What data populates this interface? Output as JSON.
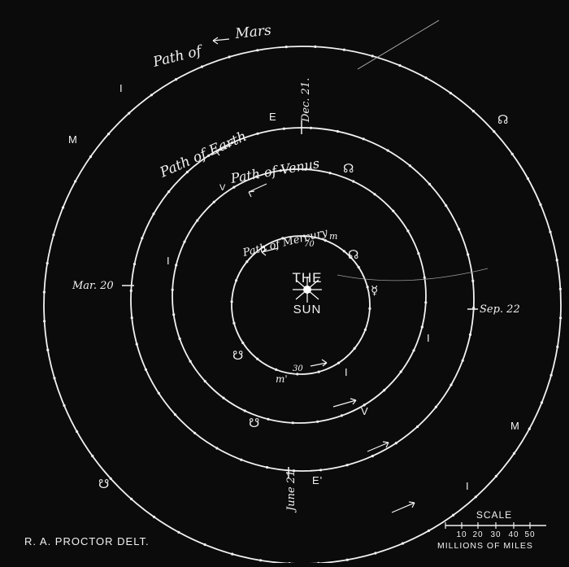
{
  "diagram": {
    "orbits": {
      "mars": "Path of Mars",
      "mars_path_word": "Path of",
      "mars_name": "Mars",
      "earth": "Path of Earth",
      "venus": "Path of Venus",
      "mercury": "Path of Mercury"
    },
    "sun": {
      "line1": "THE",
      "line2": "SUN"
    },
    "dates": {
      "dec": "Dec. 21.",
      "mar": "Mar. 20",
      "jun": "June 21",
      "sep": "Sep. 22"
    },
    "markers": {
      "mars_perihelion": "M",
      "mars_aphelion": "M",
      "earth_top": "E",
      "earth_bottom": "E'",
      "venus_bottom": "V",
      "venus_top": "V",
      "mercury_top": "m",
      "mercury_bottom": "m'",
      "mercury_days_top": "70",
      "mercury_days_bottom": "30",
      "inclination": "I"
    },
    "symbols": {
      "ascending_node": "☊",
      "descending_node": "☋",
      "mercury": "☿"
    },
    "scale": {
      "title": "SCALE",
      "ticks": [
        "10",
        "20",
        "30",
        "40",
        "50"
      ],
      "units": "MILLIONS OF MILES"
    },
    "credit": "R. A. PROCTOR DELT."
  },
  "colors": {
    "background": "#0b0b0b",
    "ink": "#f2f2f2"
  }
}
